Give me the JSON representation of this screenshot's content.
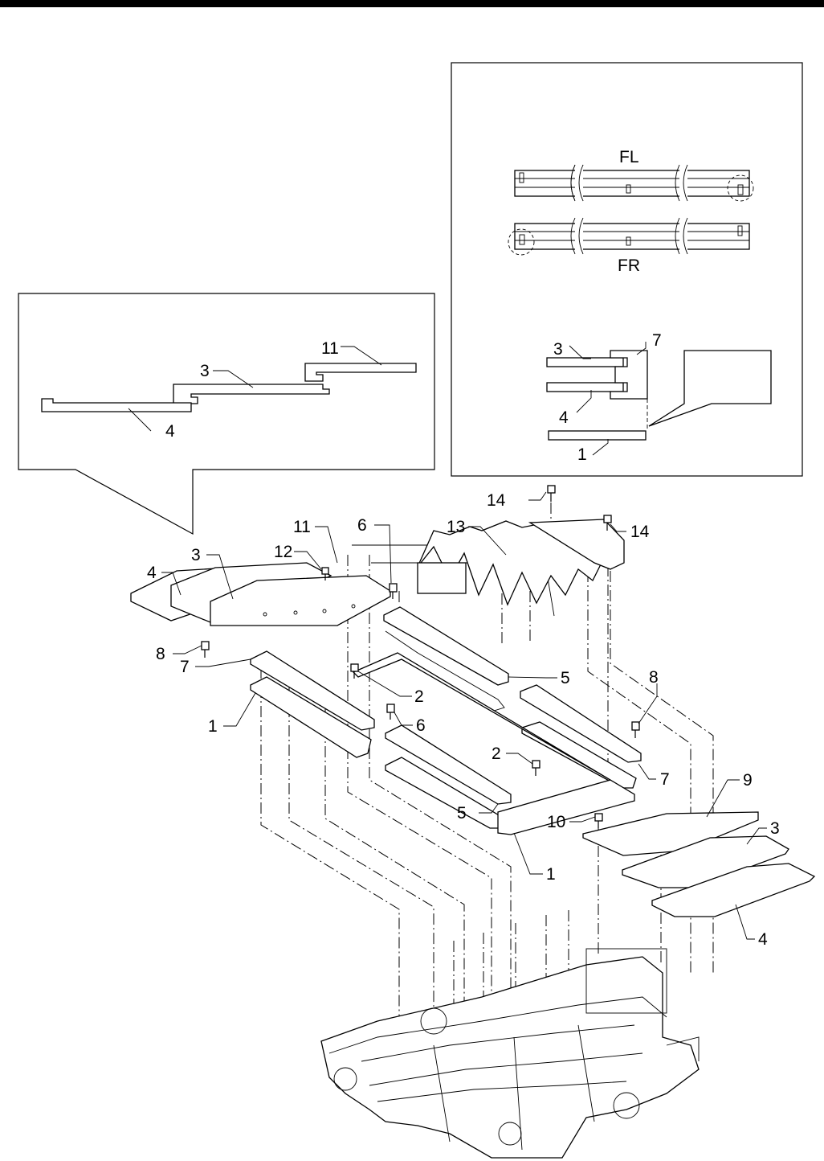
{
  "colors": {
    "ink": "#000000",
    "paper": "#ffffff",
    "header_bar": "#000000"
  },
  "detail_upper_right": {
    "rail_label_top": "FL",
    "rail_label_bottom": "FR",
    "callouts": [
      "3",
      "7",
      "4",
      "1"
    ]
  },
  "detail_left": {
    "callouts": [
      "11",
      "3",
      "4"
    ]
  },
  "main": {
    "callouts": [
      "14",
      "13",
      "14",
      "6",
      "11",
      "3",
      "12",
      "4",
      "8",
      "7",
      "2",
      "5",
      "8",
      "1",
      "6",
      "2",
      "7",
      "9",
      "5",
      "10",
      "3",
      "1",
      "4"
    ]
  }
}
